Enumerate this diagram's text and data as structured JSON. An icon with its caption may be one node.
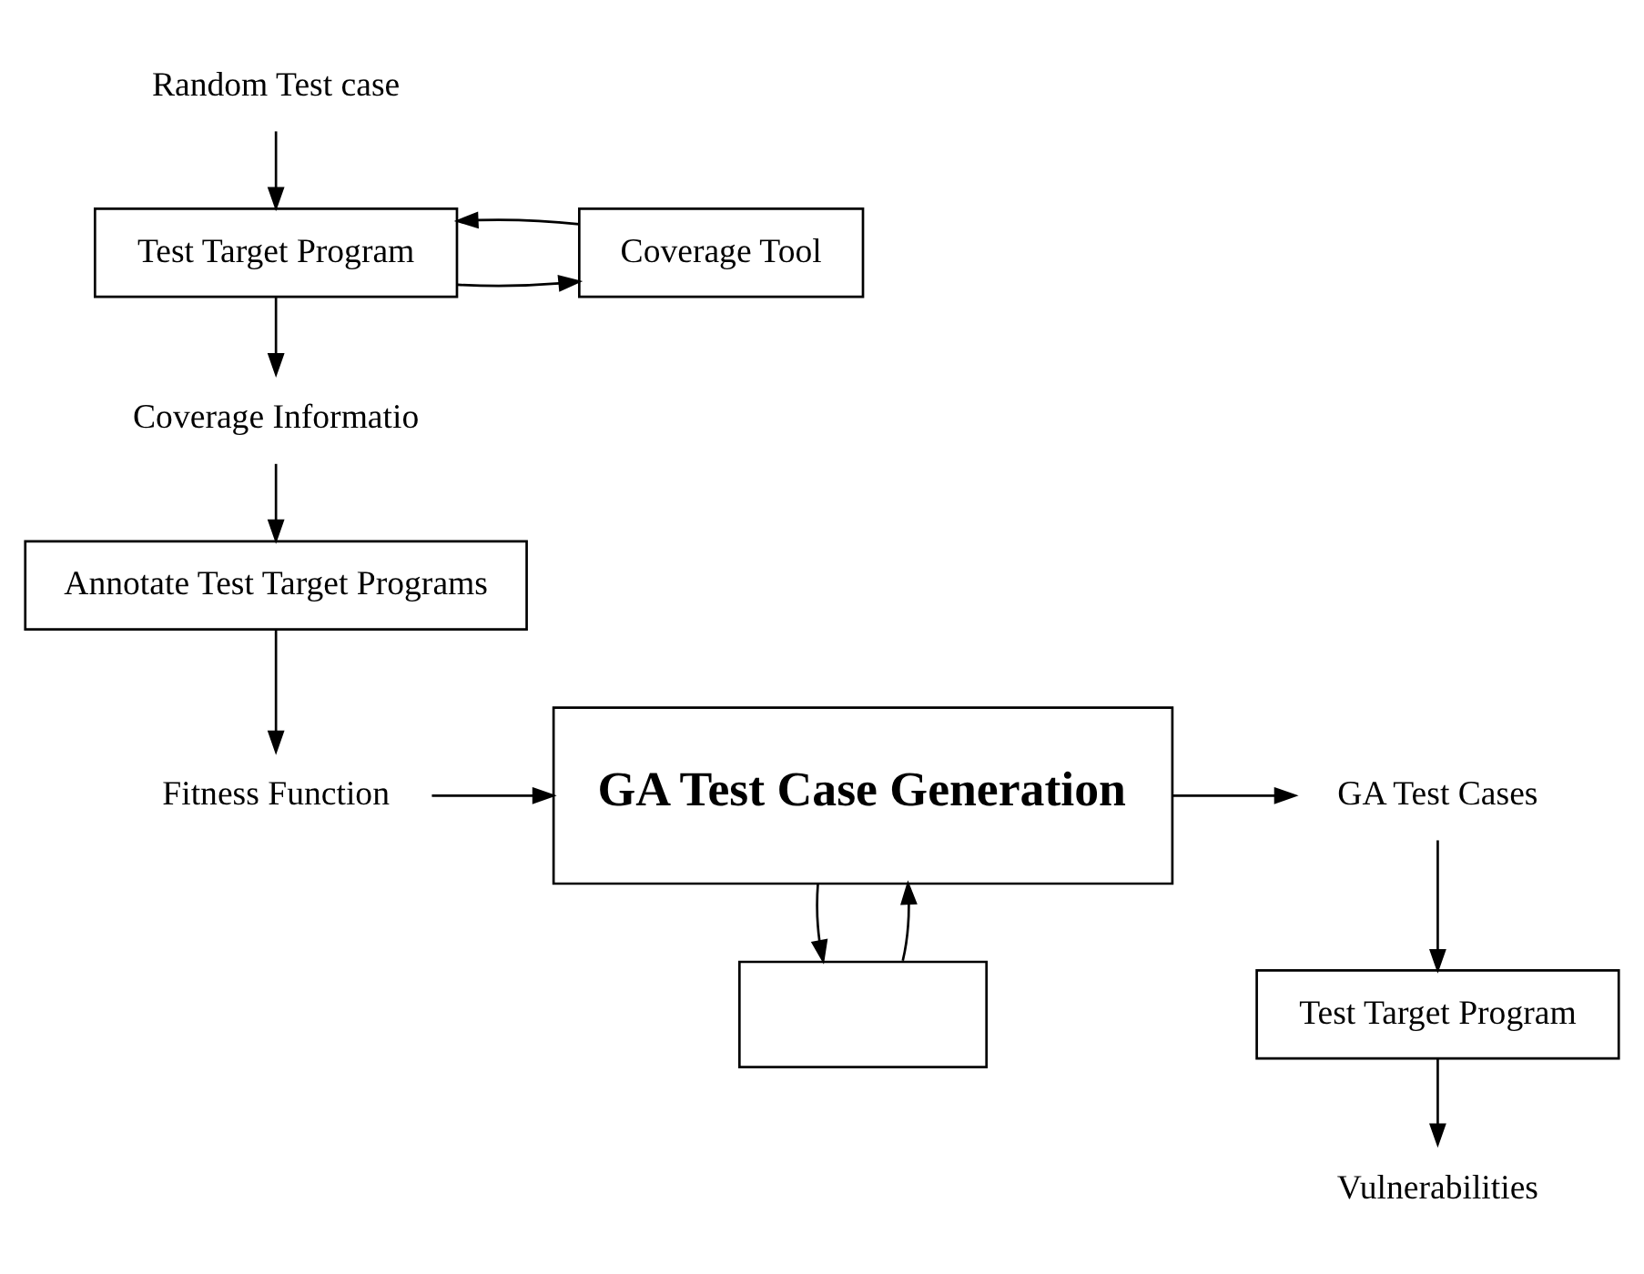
{
  "diagram": {
    "nodes": [
      {
        "text": [
          "Random Test case"
        ]
      },
      {
        "text": [
          "Test Target Program"
        ]
      },
      {
        "text": [
          "Coverage Tool"
        ]
      },
      {
        "text": [
          "Coverage Informatio"
        ]
      },
      {
        "text": [
          "Annotate Test Target Programs"
        ]
      },
      {
        "text": [
          "Fitness Function"
        ]
      },
      {
        "text": [],
        "shape": "box"
      },
      {
        "text": [
          "GA Test Case Generation"
        ]
      },
      {
        "text": [
          "GA Test Cases"
        ]
      },
      {
        "text": [
          "Test Target Program"
        ]
      },
      {
        "text": [
          "Vulnerabilities"
        ]
      }
    ],
    "edges": [
      {
        "from": 0,
        "to": 1,
        "arrow": "to"
      },
      {
        "from": 1,
        "to": 2,
        "arrow": "to"
      },
      {
        "from": 2,
        "to": 1,
        "arrow": "to"
      },
      {
        "from": 1,
        "to": 3,
        "arrow": "to"
      },
      {
        "from": 3,
        "to": 4,
        "arrow": "to"
      },
      {
        "from": 4,
        "to": 5,
        "arrow": "to"
      },
      {
        "from": 6,
        "to": 7,
        "arrow": "to"
      },
      {
        "from": 7,
        "to": 6,
        "arrow": "to"
      },
      {
        "from": 5,
        "to": 7,
        "arrow": "to"
      },
      {
        "from": 7,
        "to": 8,
        "arrow": "to"
      },
      {
        "from": 8,
        "to": 9,
        "arrow": "to"
      },
      {
        "from": 9,
        "to": 10,
        "arrow": "to"
      }
    ]
  }
}
